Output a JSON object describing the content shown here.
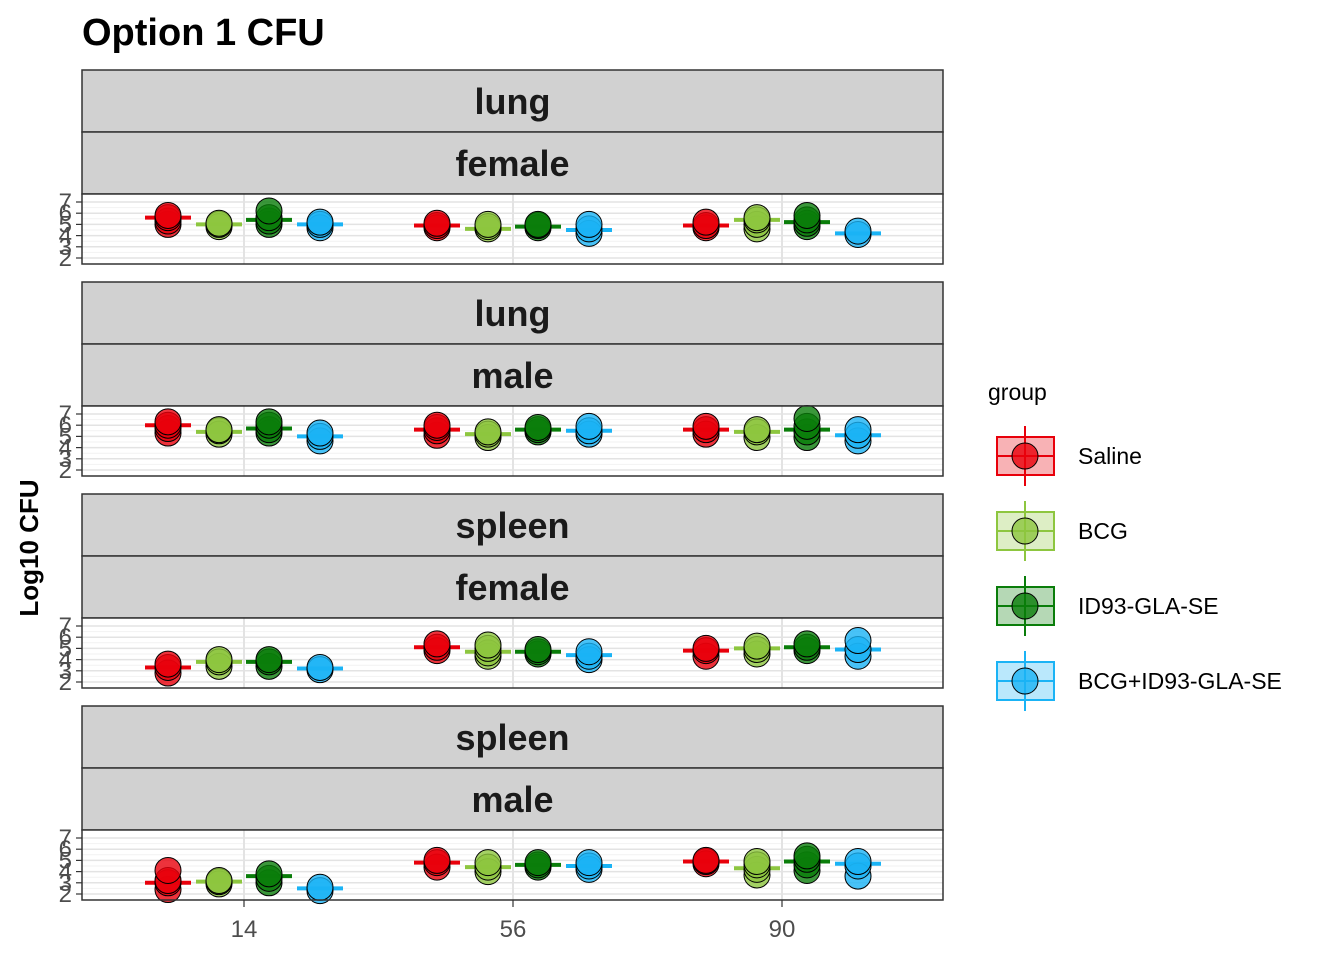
{
  "chart_data": {
    "type": "scatter",
    "title": "Option 1 CFU",
    "xlabel": "",
    "ylabel": "Log10 CFU",
    "x_categories": [
      "14",
      "56",
      "90"
    ],
    "y_ticks": [
      2,
      3,
      4,
      5,
      6,
      7
    ],
    "ylim": [
      2,
      7
    ],
    "grid": true,
    "legend": {
      "title": "group",
      "placement": "right",
      "entries": [
        "Saline",
        "BCG",
        "ID93-GLA-SE",
        "BCG+ID93-GLA-SE"
      ]
    },
    "colors": {
      "Saline": "#e8000b",
      "BCG": "#8dc63f",
      "ID93-GLA-SE": "#0a7d0a",
      "BCG+ID93-GLA-SE": "#1ab3f5"
    },
    "series_order": [
      "Saline",
      "BCG",
      "ID93-GLA-SE",
      "BCG+ID93-GLA-SE"
    ],
    "panels": [
      {
        "strip_top": "lung",
        "strip_bottom": "female",
        "groups": {
          "14": {
            "Saline": {
              "median": 5.6,
              "points": [
                5.0,
                5.3,
                5.6,
                5.8
              ]
            },
            "BCG": {
              "median": 5.0,
              "points": [
                4.8,
                5.0,
                5.1
              ]
            },
            "ID93-GLA-SE": {
              "median": 5.4,
              "points": [
                5.0,
                5.3,
                5.6,
                6.2
              ]
            },
            "BCG+ID93-GLA-SE": {
              "median": 5.0,
              "points": [
                4.7,
                5.0,
                5.2
              ]
            }
          },
          "56": {
            "Saline": {
              "median": 4.9,
              "points": [
                4.7,
                4.9,
                5.1
              ]
            },
            "BCG": {
              "median": 4.6,
              "points": [
                4.6,
                4.8,
                5.0
              ]
            },
            "ID93-GLA-SE": {
              "median": 4.8,
              "points": [
                4.7,
                4.9,
                5.0
              ]
            },
            "BCG+ID93-GLA-SE": {
              "median": 4.5,
              "points": [
                4.2,
                4.6,
                5.0
              ]
            }
          },
          "90": {
            "Saline": {
              "median": 4.9,
              "points": [
                4.7,
                4.9,
                5.2
              ]
            },
            "BCG": {
              "median": 5.4,
              "points": [
                4.6,
                5.0,
                5.4,
                5.6
              ]
            },
            "ID93-GLA-SE": {
              "median": 5.2,
              "points": [
                4.8,
                5.1,
                5.4,
                5.8
              ]
            },
            "BCG+ID93-GLA-SE": {
              "median": 4.2,
              "points": [
                4.1,
                4.4
              ]
            }
          }
        }
      },
      {
        "strip_top": "lung",
        "strip_bottom": "male",
        "groups": {
          "14": {
            "Saline": {
              "median": 6.0,
              "points": [
                5.3,
                5.7,
                6.0,
                6.3
              ]
            },
            "BCG": {
              "median": 5.4,
              "points": [
                5.2,
                5.5,
                5.6
              ]
            },
            "ID93-GLA-SE": {
              "median": 5.7,
              "points": [
                5.3,
                5.6,
                6.0,
                6.3
              ]
            },
            "BCG+ID93-GLA-SE": {
              "median": 5.0,
              "points": [
                4.6,
                5.0,
                5.3
              ]
            }
          },
          "56": {
            "Saline": {
              "median": 5.6,
              "points": [
                5.1,
                5.5,
                5.8,
                6.0
              ]
            },
            "BCG": {
              "median": 5.2,
              "points": [
                4.9,
                5.2,
                5.4
              ]
            },
            "ID93-GLA-SE": {
              "median": 5.6,
              "points": [
                5.4,
                5.6,
                5.8
              ]
            },
            "BCG+ID93-GLA-SE": {
              "median": 5.5,
              "points": [
                5.2,
                5.5,
                5.9
              ]
            }
          },
          "90": {
            "Saline": {
              "median": 5.6,
              "points": [
                5.2,
                5.6,
                5.9
              ]
            },
            "BCG": {
              "median": 5.4,
              "points": [
                4.9,
                5.4,
                5.6
              ]
            },
            "ID93-GLA-SE": {
              "median": 5.6,
              "points": [
                4.9,
                5.4,
                5.9,
                6.6
              ]
            },
            "BCG+ID93-GLA-SE": {
              "median": 5.1,
              "points": [
                4.6,
                5.1,
                5.6
              ]
            }
          }
        }
      },
      {
        "strip_top": "spleen",
        "strip_bottom": "female",
        "groups": {
          "14": {
            "Saline": {
              "median": 3.3,
              "points": [
                2.8,
                3.3,
                3.6
              ]
            },
            "BCG": {
              "median": 3.8,
              "points": [
                3.4,
                3.8,
                4.0
              ]
            },
            "ID93-GLA-SE": {
              "median": 3.8,
              "points": [
                3.4,
                3.8,
                4.0
              ]
            },
            "BCG+ID93-GLA-SE": {
              "median": 3.2,
              "points": [
                3.1,
                3.3
              ]
            }
          },
          "56": {
            "Saline": {
              "median": 5.1,
              "points": [
                4.8,
                5.1,
                5.4
              ]
            },
            "BCG": {
              "median": 4.7,
              "points": [
                4.3,
                4.6,
                5.0,
                5.3
              ]
            },
            "ID93-GLA-SE": {
              "median": 4.7,
              "points": [
                4.5,
                4.7,
                4.9
              ]
            },
            "BCG+ID93-GLA-SE": {
              "median": 4.4,
              "points": [
                4.0,
                4.3,
                4.7
              ]
            }
          },
          "90": {
            "Saline": {
              "median": 4.8,
              "points": [
                4.3,
                4.8,
                5.0
              ]
            },
            "BCG": {
              "median": 5.0,
              "points": [
                4.5,
                4.9,
                5.2
              ]
            },
            "ID93-GLA-SE": {
              "median": 5.1,
              "points": [
                4.8,
                5.1,
                5.4
              ]
            },
            "BCG+ID93-GLA-SE": {
              "median": 4.9,
              "points": [
                4.3,
                4.9,
                5.7
              ]
            }
          }
        }
      },
      {
        "strip_top": "spleen",
        "strip_bottom": "male",
        "groups": {
          "14": {
            "Saline": {
              "median": 3.0,
              "points": [
                2.4,
                3.0,
                3.2,
                4.1
              ]
            },
            "BCG": {
              "median": 3.1,
              "points": [
                2.9,
                3.1,
                3.2
              ]
            },
            "ID93-GLA-SE": {
              "median": 3.6,
              "points": [
                3.0,
                3.4,
                3.8
              ]
            },
            "BCG+ID93-GLA-SE": {
              "median": 2.5,
              "points": [
                2.3,
                2.6
              ]
            }
          },
          "56": {
            "Saline": {
              "median": 4.8,
              "points": [
                4.4,
                4.8,
                5.0
              ]
            },
            "BCG": {
              "median": 4.4,
              "points": [
                4.0,
                4.4,
                4.8
              ]
            },
            "ID93-GLA-SE": {
              "median": 4.6,
              "points": [
                4.4,
                4.6,
                4.8
              ]
            },
            "BCG+ID93-GLA-SE": {
              "median": 4.5,
              "points": [
                4.2,
                4.5,
                4.8
              ]
            }
          },
          "90": {
            "Saline": {
              "median": 4.9,
              "points": [
                4.7,
                4.9,
                5.0
              ]
            },
            "BCG": {
              "median": 4.3,
              "points": [
                3.7,
                4.2,
                4.6,
                4.9
              ]
            },
            "ID93-GLA-SE": {
              "median": 4.9,
              "points": [
                4.1,
                4.6,
                5.1,
                5.4
              ]
            },
            "BCG+ID93-GLA-SE": {
              "median": 4.7,
              "points": [
                3.6,
                4.5,
                4.9
              ]
            }
          }
        }
      }
    ]
  }
}
